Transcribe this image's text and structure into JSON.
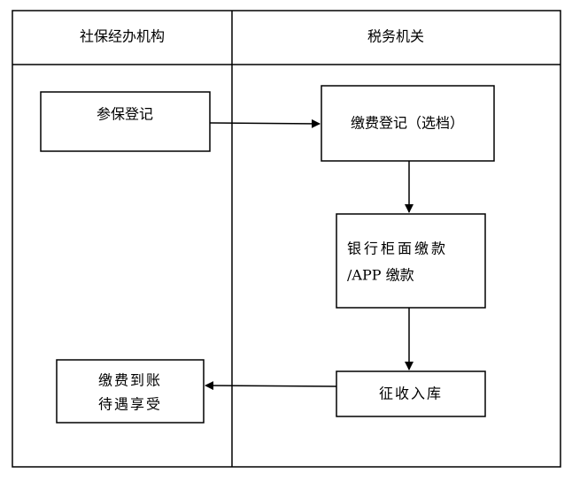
{
  "lanes": {
    "left_title": "社保经办机构",
    "right_title": "税务机关"
  },
  "nodes": {
    "enroll": {
      "line1": "参保登记"
    },
    "register": {
      "line1": "缴费登记（选档）"
    },
    "pay": {
      "line1": "银行柜面缴款",
      "line2": "/APP 缴款"
    },
    "collect": {
      "line1": "征收入库"
    },
    "arrive": {
      "line1": "缴费到账",
      "line2": "待遇享受"
    }
  },
  "edges": [
    {
      "from": "参保登记",
      "to": "缴费登记（选档）"
    },
    {
      "from": "缴费登记（选档）",
      "to": "银行柜面缴款"
    },
    {
      "from": "银行柜面缴款",
      "to": "征收入库"
    },
    {
      "from": "征收入库",
      "to": "缴费到账"
    }
  ],
  "colors": {
    "stroke": "#000000",
    "background": "#ffffff"
  }
}
